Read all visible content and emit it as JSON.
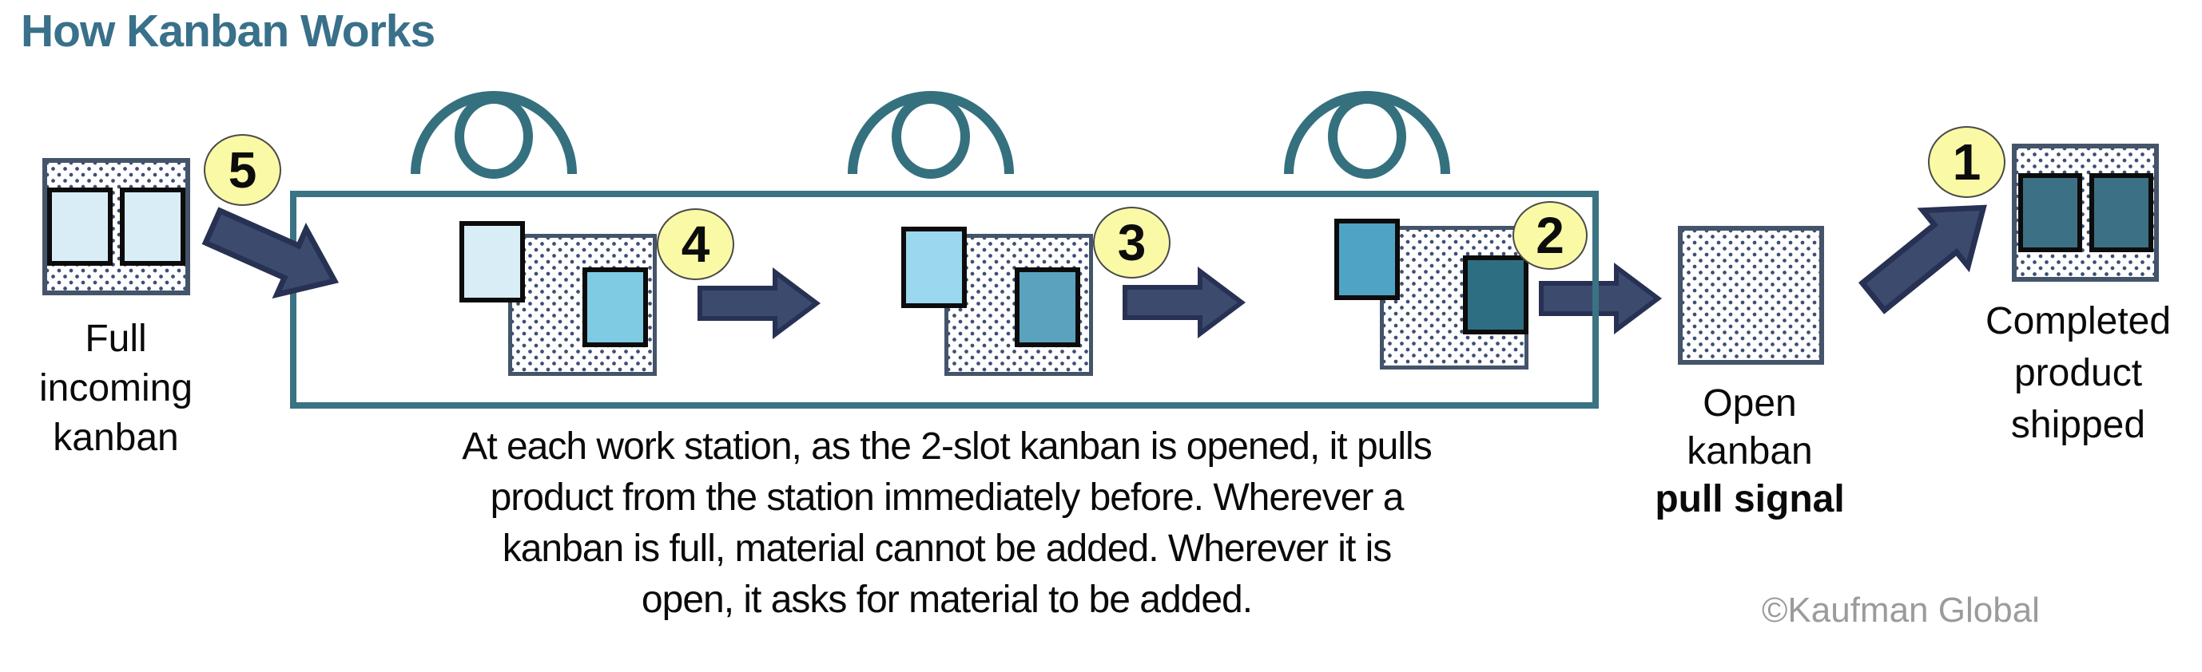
{
  "title": "How Kanban Works",
  "watermark": "©Kaufman Global",
  "incoming": {
    "badge": "5",
    "label_lines": [
      "Full",
      "incoming",
      "kanban"
    ],
    "slot_color": "#D8EDF6"
  },
  "stations": [
    {
      "badge": "4",
      "free_color": "#D8EDF6",
      "slot_color": "#7FCBE4"
    },
    {
      "badge": "3",
      "free_color": "#9BD7EE",
      "slot_color": "#5BA2BF"
    },
    {
      "badge": "2",
      "free_color": "#4FA3C4",
      "slot_color": "#2E6E82"
    }
  ],
  "open_kanban": {
    "label_lines": [
      "Open",
      "kanban"
    ],
    "label_bold": "pull signal"
  },
  "completed": {
    "badge": "1",
    "label_lines": [
      "Completed",
      "product",
      "shipped"
    ],
    "slot_color": "#3C7085"
  },
  "description": {
    "lines": [
      "At each work station, as the 2-slot kanban is opened, it pulls",
      "product from the station immediately before. Wherever a",
      "kanban is full, material cannot be added. Wherever it is",
      "open, it asks for material to be added."
    ]
  },
  "colors": {
    "title_teal": "#39708A",
    "cell_border_teal": "#3A7383",
    "worker_teal": "#35707F",
    "arrow_fill": "#3C4A6E",
    "arrow_border": "#273153",
    "kanban_border": "#44546A",
    "kanban_dot": "#3E4E74",
    "badge_yellow": "#FAF9A5",
    "pale_blue": "#D8EDF6",
    "watermark_gray": "#9B9B9B"
  }
}
